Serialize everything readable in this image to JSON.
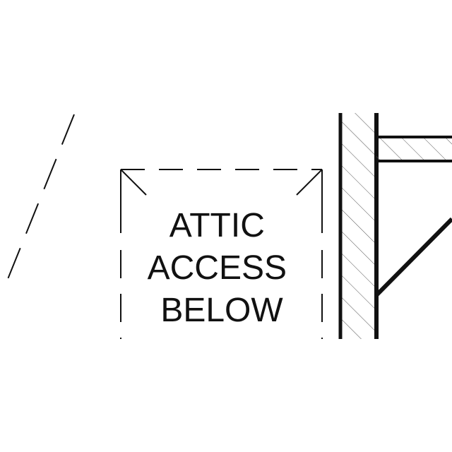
{
  "plan": {
    "label_lines": [
      "ATTIC",
      "ACCESS",
      "BELOW"
    ],
    "line_color": "#111111",
    "background_color": "#ffffff"
  }
}
